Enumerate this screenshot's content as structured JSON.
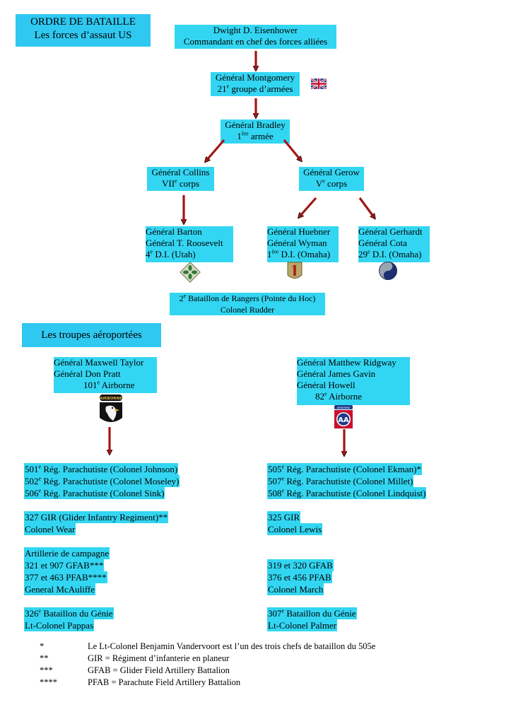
{
  "title_box": {
    "line1": "ORDRE DE BATAILLE",
    "line2": "Les forces d’assaut US"
  },
  "eisenhower": {
    "line1": "Dwight D. Eisenhower",
    "line2": "Commandant en chef des forces alliées"
  },
  "montgomery": {
    "line1": "Général Montgomery",
    "line2_num": "21",
    "line2_sup": "e",
    "line2_rest": " groupe d’armées"
  },
  "bradley": {
    "line1": "Général Bradley",
    "line2_num": "1",
    "line2_sup": "ère",
    "line2_rest": " armée"
  },
  "collins": {
    "line1": "Général Collins",
    "line2_num": "VII",
    "line2_sup": "e",
    "line2_rest": " corps"
  },
  "gerow": {
    "line1": "Général Gerow",
    "line2_num": "V",
    "line2_sup": "e",
    "line2_rest": " corps"
  },
  "barton": {
    "line1": "Général Barton",
    "line2": "Général T. Roosevelt",
    "line3_num": "4",
    "line3_sup": "e",
    "line3_rest": " D.I.  (Utah)"
  },
  "huebner": {
    "line1": "Général Huebner",
    "line2": "Général Wyman",
    "line3_num": "1",
    "line3_sup": "ère",
    "line3_rest": " D.I. (Omaha)"
  },
  "gerhardt": {
    "line1": "Général Gerhardt",
    "line2": "Général Cota",
    "line3_num": "29",
    "line3_sup": "e",
    "line3_rest": " D.I. (Omaha)"
  },
  "rangers": {
    "line1_num": "2",
    "line1_sup": "e",
    "line1_rest": " Bataillon de Rangers (Pointe du Hoc)",
    "line2": "Colonel Rudder"
  },
  "airborne_title": "Les troupes aéroportées",
  "div101": {
    "line1": "Général Maxwell Taylor",
    "line2": "Général Don Pratt",
    "line3_num": "101",
    "line3_sup": "e",
    "line3_rest": "  Airborne"
  },
  "div82": {
    "line1": "Général Matthew Ridgway",
    "line2": "Général James Gavin",
    "line3": "Général Howell",
    "line4_num": "82",
    "line4_sup": "e",
    "line4_rest": "  Airborne"
  },
  "patches": {
    "p101_text": "AIRBORNE",
    "p82_top": "AIRBORNE",
    "p82_letters": "AA"
  },
  "left_units": {
    "r501_num": "501",
    "r501_sup": "e",
    "r501_rest": " Rég. Parachutiste (Colonel Johnson)",
    "r502_num": "502",
    "r502_sup": "e",
    "r502_rest": " Rég. Parachutiste (Colonel Moseley)",
    "r506_num": "506",
    "r506_sup": "e",
    "r506_rest": " Rég. Parachutiste (Colonel Sink)",
    "gir": "327 GIR (Glider Infantry Regiment)**",
    "gir_col": "Colonel Wear",
    "art1": "Artillerie de campagne",
    "art2": "321 et 907 GFAB***",
    "art3": "377 et 463 PFAB****",
    "art4": "General McAuliffe",
    "gen_num": "326",
    "gen_sup": "e",
    "gen_rest": " Bataillon du Génie",
    "gen_col": "Lt-Colonel Pappas"
  },
  "right_units": {
    "r505_num": "505",
    "r505_sup": "e",
    "r505_rest": " Rég. Parachutiste (Colonel Ekman)*",
    "r507_num": "507",
    "r507_sup": "e",
    "r507_rest": " Rég. Parachutiste (Colonel Millet)",
    "r508_num": "508",
    "r508_sup": "e",
    "r508_rest": " Rég. Parachutiste (Colonel Lindquist)",
    "gir": "325 GIR",
    "gir_col": "Colonel Lewis",
    "art2": "319 et 320 GFAB",
    "art3": "376 et 456 PFAB",
    "art4": "Colonel March",
    "gen_num": "307",
    "gen_sup": "e",
    "gen_rest": " Bataillon du Génie",
    "gen_col": "Lt-Colonel Palmer"
  },
  "notes": [
    {
      "key": "*",
      "text": "Le Lt-Colonel Benjamin Vandervoort est l’un des trois chefs de bataillon du 505e"
    },
    {
      "key": "**",
      "text": "GIR = Régiment d’infanterie en planeur"
    },
    {
      "key": "***",
      "text": "GFAB = Glider Field Artillery Battalion"
    },
    {
      "key": "****",
      "text": "PFAB = Parachute Field Artillery Battalion"
    }
  ],
  "colors": {
    "highlight": "#33d6f2",
    "arrow": "#a01616"
  }
}
